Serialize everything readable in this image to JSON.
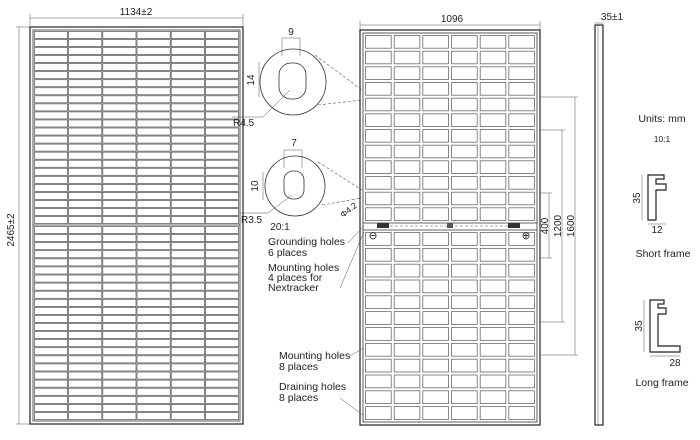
{
  "front": {
    "width_dim": "1134±2",
    "height_dim": "2465±2"
  },
  "back": {
    "width_dim": "1096",
    "dims": {
      "d400": "400",
      "d1200": "1200",
      "d1600": "1600"
    },
    "polarity_minus": "⊖",
    "polarity_plus": "⊕",
    "hole_dia": "Φ4.2"
  },
  "side": {
    "thickness_dim": "35±1"
  },
  "detail_top": {
    "w": "9",
    "h": "14",
    "r": "R4.5"
  },
  "detail_bottom": {
    "w": "7",
    "h": "10",
    "r": "R3.5",
    "scale": "20:1"
  },
  "callouts": {
    "grounding_1": "Grounding holes",
    "grounding_2": "6 places",
    "mounting_nx_1": "Mounting holes",
    "mounting_nx_2": "4 places for",
    "mounting_nx_3": "Nextracker",
    "mounting_1": "Mounting holes",
    "mounting_2": "8 places",
    "draining_1": "Draining holes",
    "draining_2": "8 places"
  },
  "units": {
    "label": "Units: mm",
    "scale": "10:1"
  },
  "short_frame": {
    "h": "35",
    "w": "12",
    "caption": "Short frame"
  },
  "long_frame": {
    "h": "35",
    "w": "28",
    "caption": "Long frame"
  }
}
